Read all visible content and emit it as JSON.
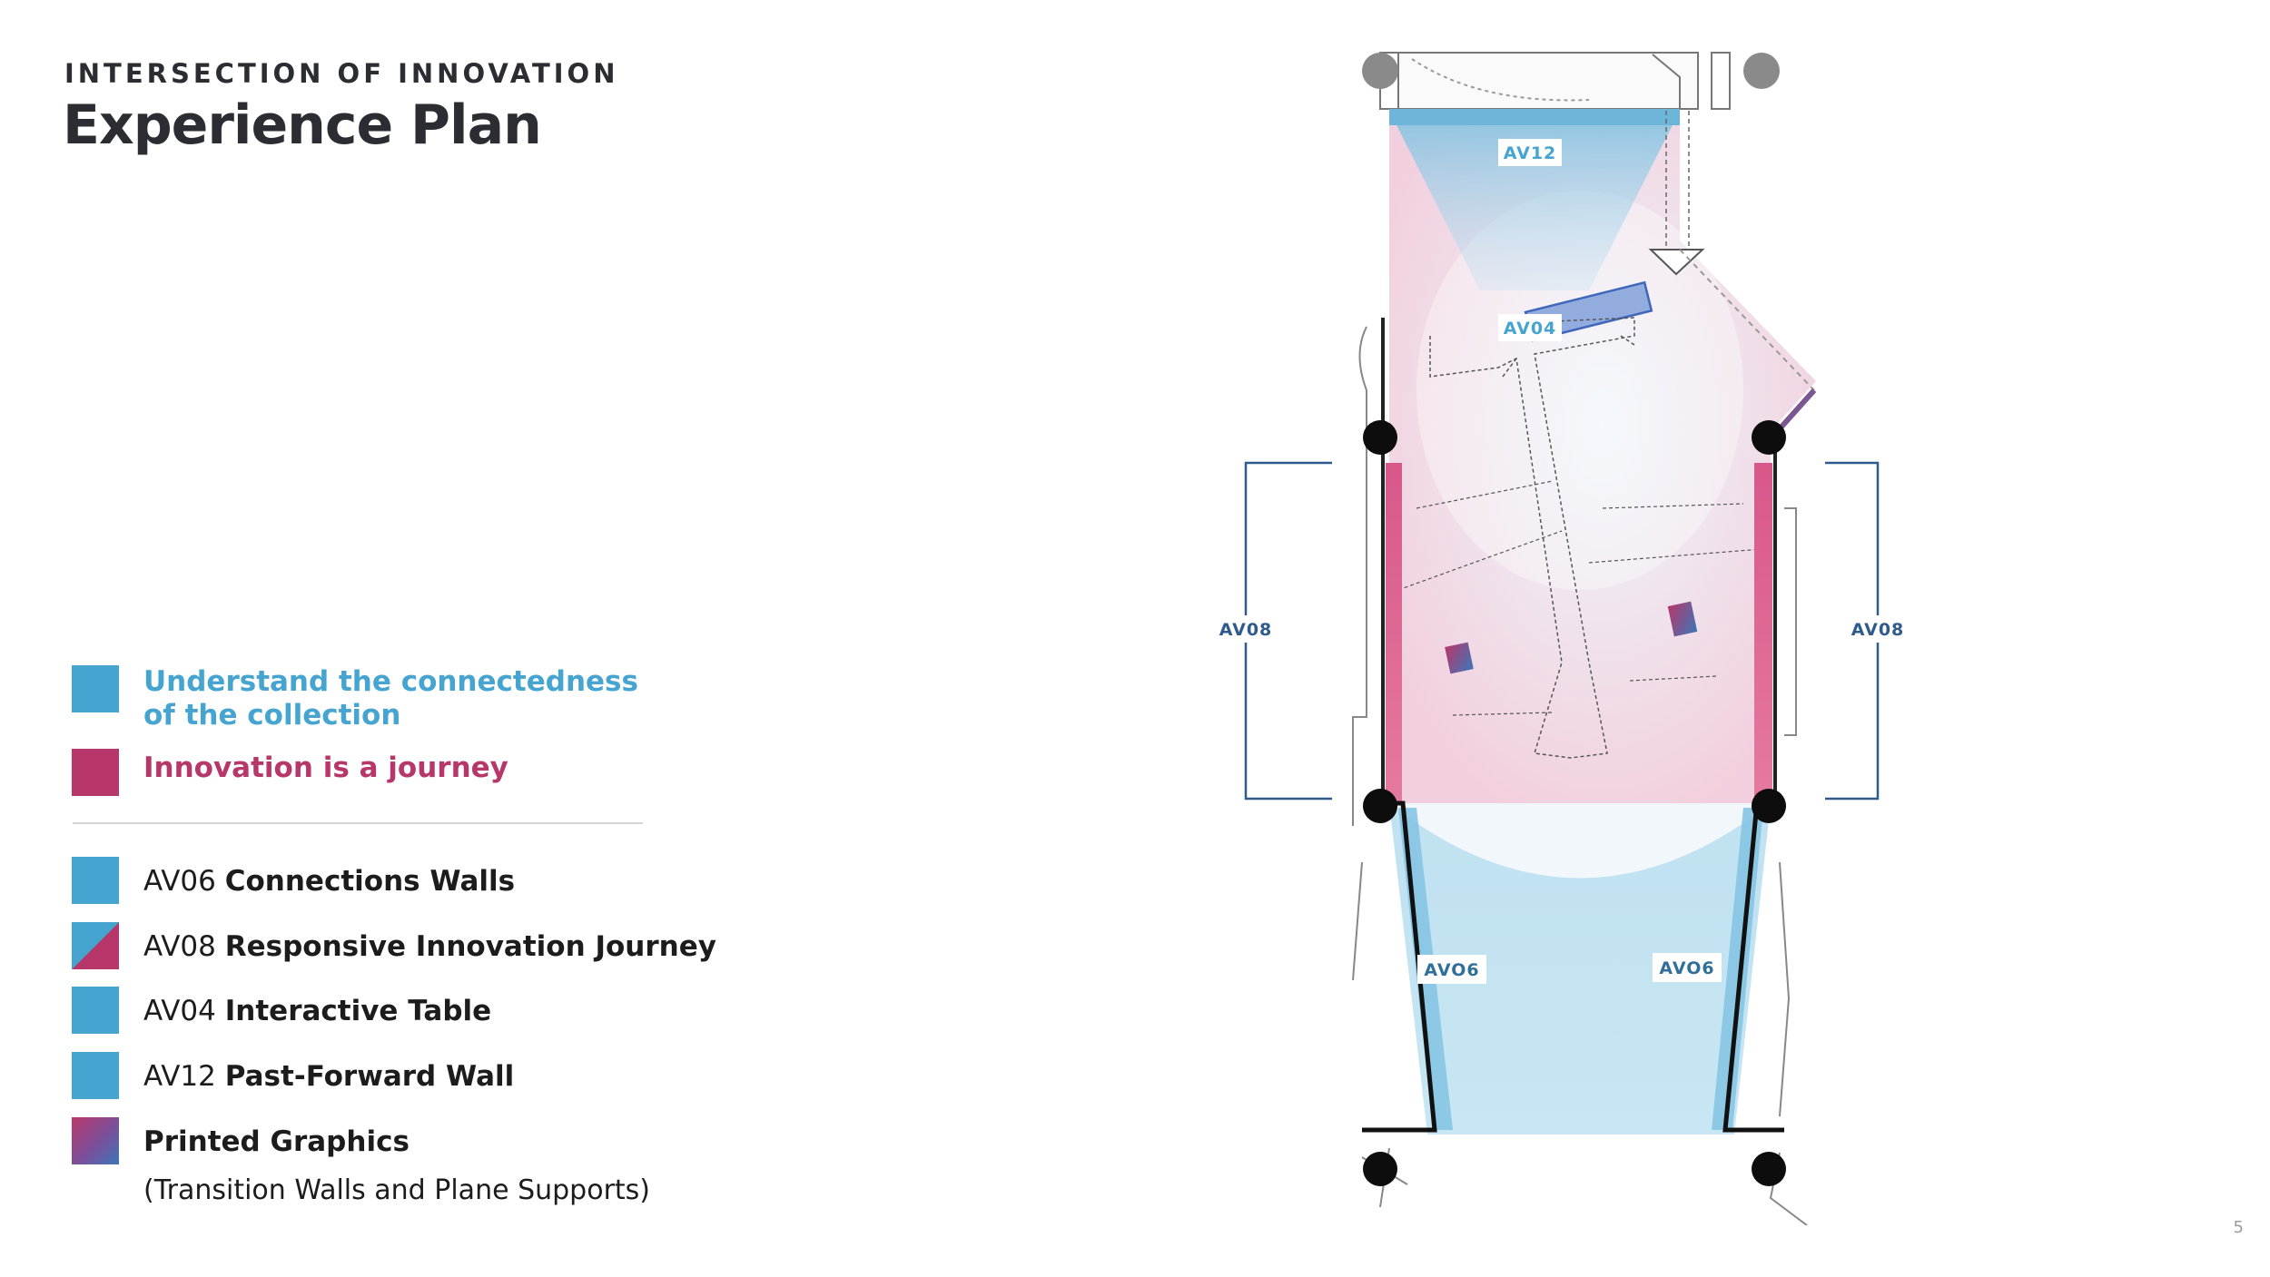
{
  "header": {
    "eyebrow": "INTERSECTION OF INNOVATION",
    "title": "Experience Plan"
  },
  "themes": [
    {
      "label_line1": "Understand the connectedness",
      "label_line2": "of the collection",
      "color": "#45a5d0"
    },
    {
      "label": "Innovation is a journey",
      "color": "#b8376a"
    }
  ],
  "legend": [
    {
      "code": "AV06",
      "name": "Connections Walls"
    },
    {
      "code": "AV08",
      "name": "Responsive Innovation Journey"
    },
    {
      "code": "AV04",
      "name": "Interactive Table"
    },
    {
      "code": "AV12",
      "name": "Past-Forward Wall"
    },
    {
      "code": "",
      "name": "Printed Graphics",
      "note": "(Transition Walls and Plane Supports)"
    }
  ],
  "plan_labels": {
    "av12": "AV12",
    "av04": "AV04",
    "av08_left": "AV08",
    "av08_right": "AV08",
    "av06_left": "AVO6",
    "av06_right": "AVO6"
  },
  "colors": {
    "blue": "#45a5d0",
    "pink": "#b8376a",
    "dark_blue": "#2f5a8c",
    "text_dark": "#2b2d33"
  },
  "page_number": "5"
}
